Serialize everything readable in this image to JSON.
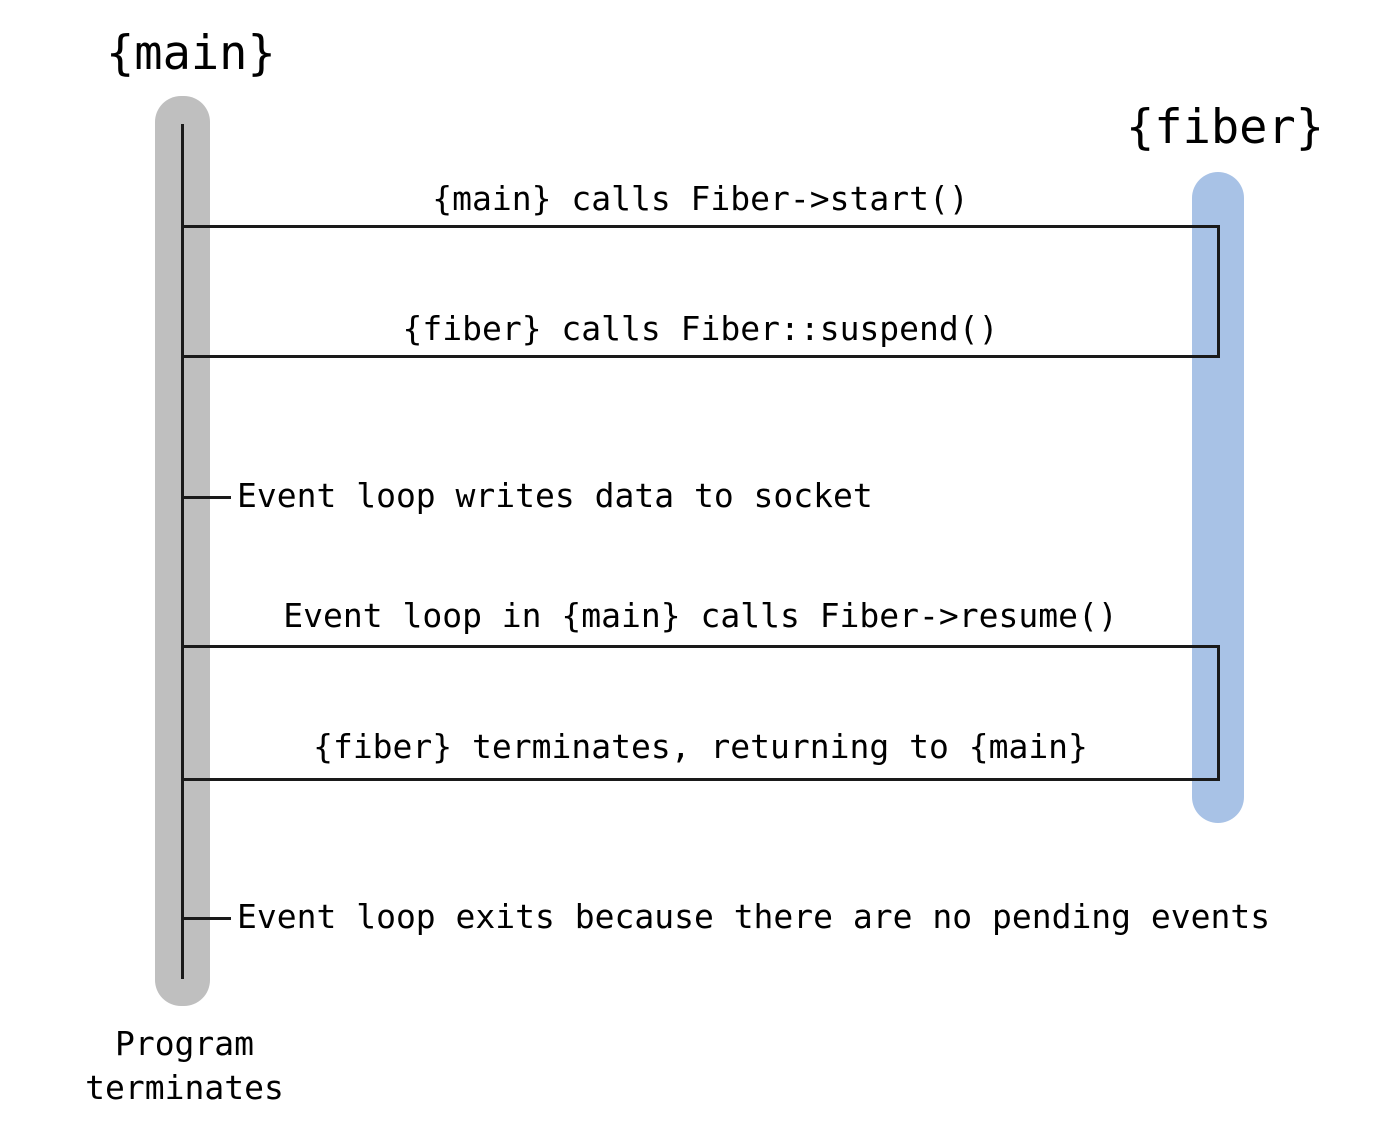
{
  "diagram": {
    "type": "sequence-diagram",
    "background_color": "#ffffff",
    "line_color": "#1a1a1a"
  },
  "lifelines": [
    {
      "id": "main",
      "label": "{main}",
      "bar_color": "#bfbfbf"
    },
    {
      "id": "fiber",
      "label": "{fiber}",
      "bar_color": "#a8c2e6"
    }
  ],
  "messages": [
    {
      "index": 1,
      "text": "{main} calls Fiber->start()",
      "from": "main",
      "to": "fiber",
      "style": "full"
    },
    {
      "index": 2,
      "text": "{fiber} calls Fiber::suspend()",
      "from": "fiber",
      "to": "main",
      "style": "full"
    },
    {
      "index": 3,
      "text": "Event loop writes data to socket",
      "from": "main",
      "to": "main",
      "style": "self"
    },
    {
      "index": 4,
      "text": "Event loop in {main} calls Fiber->resume()",
      "from": "main",
      "to": "fiber",
      "style": "full"
    },
    {
      "index": 5,
      "text": "{fiber} terminates, returning to {main}",
      "from": "fiber",
      "to": "main",
      "style": "full"
    },
    {
      "index": 6,
      "text": "Event loop exits because there are no pending events",
      "from": "main",
      "to": "main",
      "style": "self"
    }
  ],
  "footer": {
    "note": "Program\nterminates"
  }
}
